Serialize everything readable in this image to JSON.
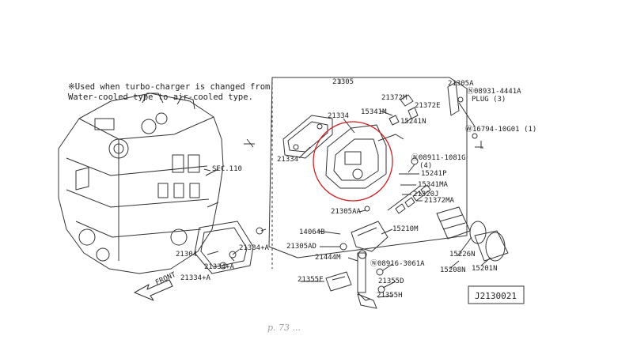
{
  "note": {
    "line1": "※Used when turbo-charger is changed from",
    "line2": "Water-cooled type to air-cooled type."
  },
  "diagram_id": "J2130021",
  "front_label": "FRONT",
  "handwriting": "p. 73 ...",
  "accent": "#cc2222",
  "labels": {
    "l21305": "21305",
    "l21305A": "21305A",
    "l08931": "Ⓝ08931-4441A",
    "l08931b": "PLUG (3)",
    "l21372M": "21372M",
    "l21372E": "21372E",
    "l15341M": "15341M",
    "l15241N": "15241N",
    "l16794": "Ⓦ16794-10G01 (1)",
    "l21334a": "21334",
    "l21334b": "21334",
    "l08911": "Ⓝ08911-1081G",
    "l08911b": "(4)",
    "l15241P": "15241P",
    "l15341MA": "15341MA",
    "l21320J": "21320J",
    "l21372MA": "21372MA",
    "l21305AA": "21305AA",
    "l14064B": "14064B",
    "l15210M": "15210M",
    "l21305AD": "21305AD",
    "l21444M": "21444M",
    "l08916": "Ⓝ08916-3061A",
    "l21355F": "21355F",
    "l21355D": "21355D",
    "l21355H": "21355H",
    "l15226N": "15226N",
    "l15208N": "15208N",
    "l15201N": "15201N",
    "l21304": "21304",
    "l21334Aa": "21334+A",
    "l21334Ab": "21334+A",
    "l21334Ac": "21334+A",
    "lSEC110": "SEC.110"
  }
}
